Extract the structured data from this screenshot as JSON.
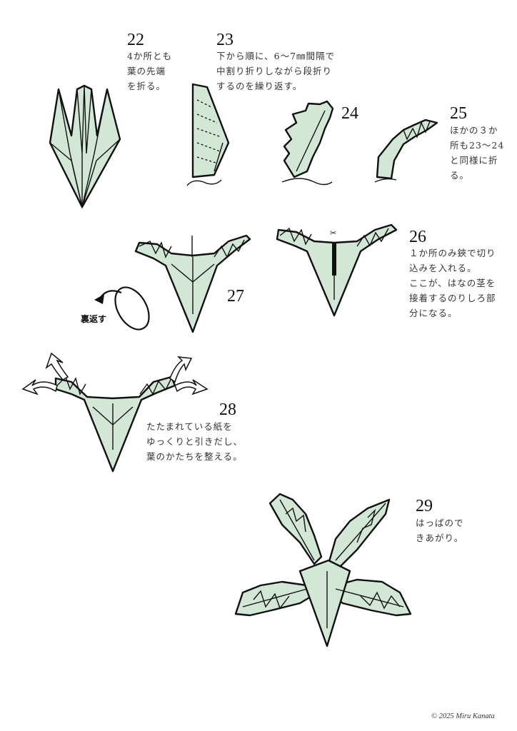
{
  "steps": [
    {
      "number": "22",
      "lines": [
        "4か所とも",
        "葉の先端",
        "を折る。"
      ]
    },
    {
      "number": "23",
      "lines": [
        "下から順に、6〜7㎜間隔で",
        "中割り折りしながら段折り",
        "するのを繰り返す。"
      ]
    },
    {
      "number": "24",
      "lines": []
    },
    {
      "number": "25",
      "lines": [
        "ほかの３か",
        "所も23〜24",
        "と同様に折",
        "る。"
      ]
    },
    {
      "number": "26",
      "lines": [
        "１か所のみ鋏で切り",
        "込みを入れる。",
        "ここが、はなの茎を",
        "接着するのりしろ部",
        "分になる。"
      ]
    },
    {
      "number": "27",
      "lines": []
    },
    {
      "number": "28",
      "lines": [
        "たたまれている紙を",
        "ゆっくりと引きだし、",
        "葉のかたちを整える。"
      ]
    },
    {
      "number": "29",
      "lines": [
        "はっぱので",
        "きあがり。"
      ]
    }
  ],
  "flip_label": "裏返す",
  "copyright": "© 2025 Miru Kanata",
  "colors": {
    "paper": "#d3e7d6",
    "line": "#111111"
  }
}
